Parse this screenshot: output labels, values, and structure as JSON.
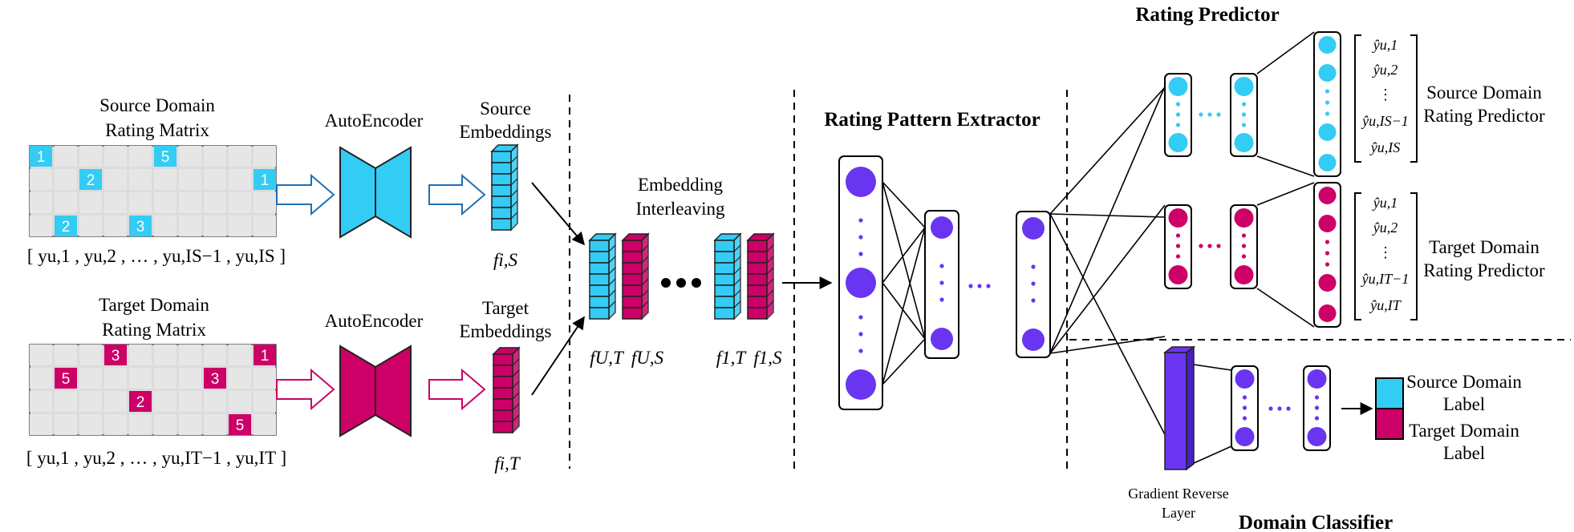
{
  "source": {
    "matrix_title_1": "Source Domain",
    "matrix_title_2": "Rating Matrix",
    "row_vector": "[ yu,1 , yu,2 , … , yu,IS−1 , yu,IS ]",
    "autoencoder_label": "AutoEncoder",
    "embeddings_label_1": "Source",
    "embeddings_label_2": "Embeddings",
    "embedding_symbol": "fi,S",
    "cells": [
      {
        "row": 0,
        "col": 0,
        "value": "1"
      },
      {
        "row": 0,
        "col": 5,
        "value": "5"
      },
      {
        "row": 1,
        "col": 2,
        "value": "2"
      },
      {
        "row": 1,
        "col": 9,
        "value": "1"
      },
      {
        "row": 3,
        "col": 1,
        "value": "2"
      },
      {
        "row": 3,
        "col": 4,
        "value": "3"
      }
    ]
  },
  "target": {
    "matrix_title_1": "Target Domain",
    "matrix_title_2": "Rating Matrix",
    "row_vector": "[ yu,1 , yu,2 , … , yu,IT−1 , yu,IT ]",
    "autoencoder_label": "AutoEncoder",
    "embeddings_label_1": "Target",
    "embeddings_label_2": "Embeddings",
    "embedding_symbol": "fi,T",
    "cells": [
      {
        "row": 0,
        "col": 3,
        "value": "3"
      },
      {
        "row": 0,
        "col": 9,
        "value": "1"
      },
      {
        "row": 1,
        "col": 1,
        "value": "5"
      },
      {
        "row": 1,
        "col": 7,
        "value": "3"
      },
      {
        "row": 2,
        "col": 4,
        "value": "2"
      },
      {
        "row": 3,
        "col": 8,
        "value": "5"
      }
    ]
  },
  "interleaving": {
    "title_1": "Embedding",
    "title_2": "Interleaving",
    "labels": [
      "fU,T",
      "fU,S",
      "f1,T",
      "f1,S"
    ]
  },
  "extractor": {
    "title": "Rating Pattern Extractor"
  },
  "predictor": {
    "title": "Rating Predictor",
    "source_label_1": "Source Domain",
    "source_label_2": "Rating Predictor",
    "target_label_1": "Target Domain",
    "target_label_2": "Rating Predictor",
    "source_outputs": [
      "ŷu,1",
      "ŷu,2",
      "⋮",
      "ŷu,IS−1",
      "ŷu,IS"
    ],
    "target_outputs": [
      "ŷu,1",
      "ŷu,2",
      "⋮",
      "ŷu,IT−1",
      "ŷu,IT"
    ]
  },
  "classifier": {
    "title": "Domain Classifier",
    "grl_label_1": "Gradient Reverse",
    "grl_label_2": "Layer",
    "source_label_1": "Source Domain",
    "source_label_2": "Label",
    "target_label_1": "Target Domain",
    "target_label_2": "Label"
  },
  "colors": {
    "source": "#33ccf5",
    "target": "#cc0066",
    "node": "#6a35f0",
    "grl": "#6a35f0",
    "grid": "#e6e6e6",
    "source_arrow": "#1f6fb5",
    "target_arrow": "#cc0066"
  }
}
